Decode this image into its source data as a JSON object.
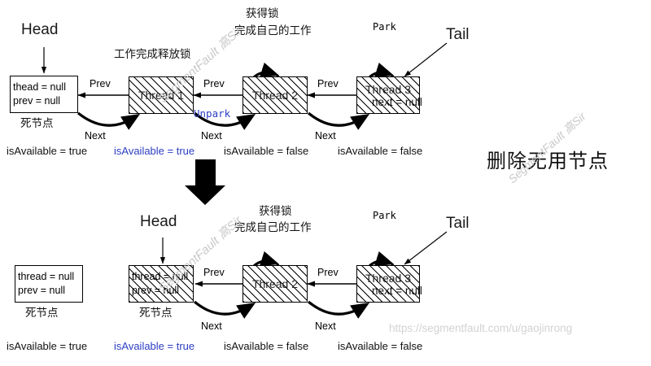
{
  "meta": {
    "title": "AQS 删除无用节点 示意图",
    "section_title": "删除无用节点"
  },
  "watermarks": {
    "diagonal": "SegmentFault 高Sir",
    "corner": "SegmentFault 高Sir",
    "url": "https://segmentfault.com/u/gaojinrong"
  },
  "colors": {
    "blue": "#2c3ec4",
    "ink": "#111111",
    "watermark": "#c9c9c9",
    "hatch": "#000000"
  },
  "top_diagram": {
    "head_label": "Head",
    "tail_label": "Tail",
    "nodes": [
      {
        "id": "head-node",
        "kind": "plain",
        "line1": "thead = null",
        "line2": "prev = null",
        "caption": "死节点",
        "is_available": "isAvailable = true",
        "available_blue": false
      },
      {
        "id": "thread1-node",
        "kind": "hatched",
        "center": "Thread 1",
        "caption": "",
        "is_available": "isAvailable = true",
        "available_blue": true
      },
      {
        "id": "thread2-node",
        "kind": "hatched",
        "center": "Thread 2",
        "caption": "",
        "is_available": "isAvailable = false",
        "available_blue": false
      },
      {
        "id": "thread3-node",
        "kind": "hatched",
        "center": "Thread 3",
        "overflow": "next = null",
        "caption": "",
        "is_available": "isAvailable = false",
        "available_blue": false
      }
    ],
    "edge_labels": {
      "prev1": "Prev",
      "prev2": "Prev",
      "prev3": "Prev",
      "next1": "Next",
      "next2": "Next",
      "next3": "Next",
      "unpark": "Unpark"
    },
    "annotations": {
      "release_lock": "工作完成释放锁",
      "acquire_lock": "获得锁",
      "finish_work": "完成自己的工作",
      "park": "Park"
    }
  },
  "bottom_diagram": {
    "head_label": "Head",
    "tail_label": "Tail",
    "dead_node": {
      "id": "dead-node",
      "kind": "plain",
      "line1": "thread = null",
      "line2": "prev = null",
      "caption": "死节点",
      "is_available": "isAvailable = true",
      "available_blue": false
    },
    "nodes": [
      {
        "id": "head-node",
        "kind": "hatched",
        "line1": "thread = null",
        "line2": "prev = null",
        "caption": "死节点",
        "is_available": "isAvailable = true",
        "available_blue": true
      },
      {
        "id": "thread2-node",
        "kind": "hatched",
        "center": "Thread 2",
        "caption": "",
        "is_available": "isAvailable = false",
        "available_blue": false
      },
      {
        "id": "thread3-node",
        "kind": "hatched",
        "center": "Thread 3",
        "overflow": "next = null",
        "caption": "",
        "is_available": "isAvailable = false",
        "available_blue": false
      }
    ],
    "edge_labels": {
      "prev1": "Prev",
      "prev2": "Prev",
      "next1": "Next",
      "next2": "Next"
    },
    "annotations": {
      "acquire_lock": "获得锁",
      "finish_work": "完成自己的工作",
      "park": "Park"
    }
  }
}
